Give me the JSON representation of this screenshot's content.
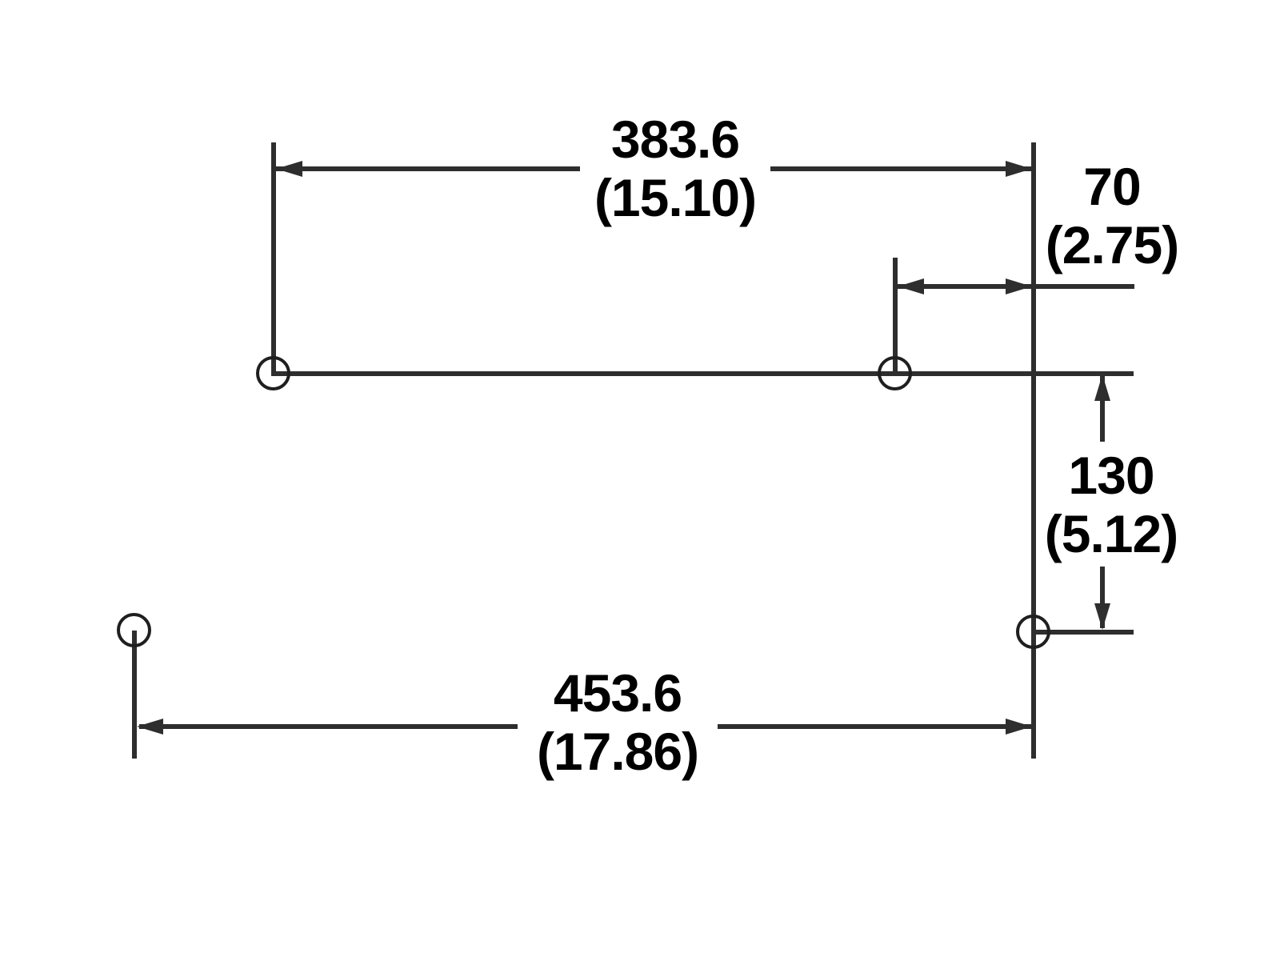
{
  "diagram": {
    "type": "technical-dimension-drawing",
    "colors": {
      "line": "#2e2e2e",
      "text": "#000000",
      "background": "#ffffff"
    },
    "dims": {
      "top_width": {
        "mm": "383.6",
        "inch": "(15.10)"
      },
      "offset": {
        "mm": "70",
        "inch": "(2.75)"
      },
      "right_height": {
        "mm": "130",
        "inch": "(5.12)"
      },
      "bottom_width": {
        "mm": "453.6",
        "inch": "(17.86)"
      }
    }
  }
}
